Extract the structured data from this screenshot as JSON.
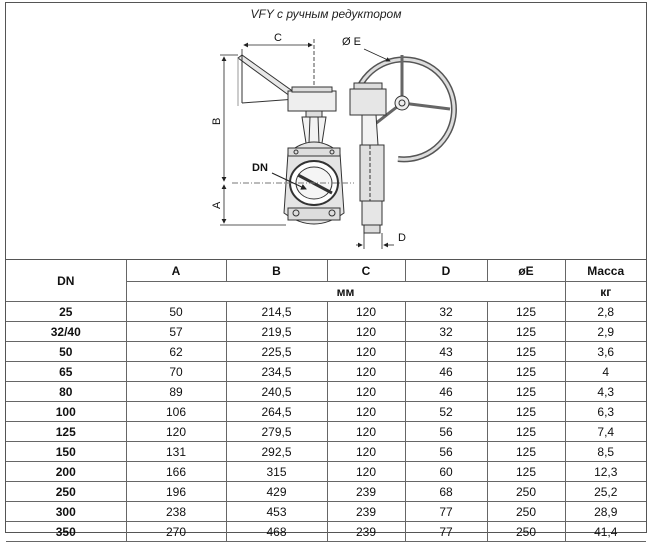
{
  "title": "VFY с ручным редуктором",
  "drawing": {
    "labels": {
      "C": "C",
      "E": "Ø E",
      "B": "B",
      "DN": "DN",
      "A": "A",
      "D": "D"
    }
  },
  "table": {
    "header": {
      "dn": "DN",
      "A": "A",
      "B": "B",
      "C": "C",
      "D": "D",
      "E": "øE",
      "mass": "Масса"
    },
    "units": {
      "dims": "мм",
      "mass": "кг"
    },
    "rows": [
      {
        "dn": "25",
        "a": "50",
        "b": "214,5",
        "c": "120",
        "d": "32",
        "e": "125",
        "m": "2,8"
      },
      {
        "dn": "32/40",
        "a": "57",
        "b": "219,5",
        "c": "120",
        "d": "32",
        "e": "125",
        "m": "2,9"
      },
      {
        "dn": "50",
        "a": "62",
        "b": "225,5",
        "c": "120",
        "d": "43",
        "e": "125",
        "m": "3,6"
      },
      {
        "dn": "65",
        "a": "70",
        "b": "234,5",
        "c": "120",
        "d": "46",
        "e": "125",
        "m": "4"
      },
      {
        "dn": "80",
        "a": "89",
        "b": "240,5",
        "c": "120",
        "d": "46",
        "e": "125",
        "m": "4,3"
      },
      {
        "dn": "100",
        "a": "106",
        "b": "264,5",
        "c": "120",
        "d": "52",
        "e": "125",
        "m": "6,3"
      },
      {
        "dn": "125",
        "a": "120",
        "b": "279,5",
        "c": "120",
        "d": "56",
        "e": "125",
        "m": "7,4"
      },
      {
        "dn": "150",
        "a": "131",
        "b": "292,5",
        "c": "120",
        "d": "56",
        "e": "125",
        "m": "8,5"
      },
      {
        "dn": "200",
        "a": "166",
        "b": "315",
        "c": "120",
        "d": "60",
        "e": "125",
        "m": "12,3"
      },
      {
        "dn": "250",
        "a": "196",
        "b": "429",
        "c": "239",
        "d": "68",
        "e": "250",
        "m": "25,2"
      },
      {
        "dn": "300",
        "a": "238",
        "b": "453",
        "c": "239",
        "d": "77",
        "e": "250",
        "m": "28,9"
      },
      {
        "dn": "350",
        "a": "270",
        "b": "468",
        "c": "239",
        "d": "77",
        "e": "250",
        "m": "41,4"
      }
    ]
  }
}
